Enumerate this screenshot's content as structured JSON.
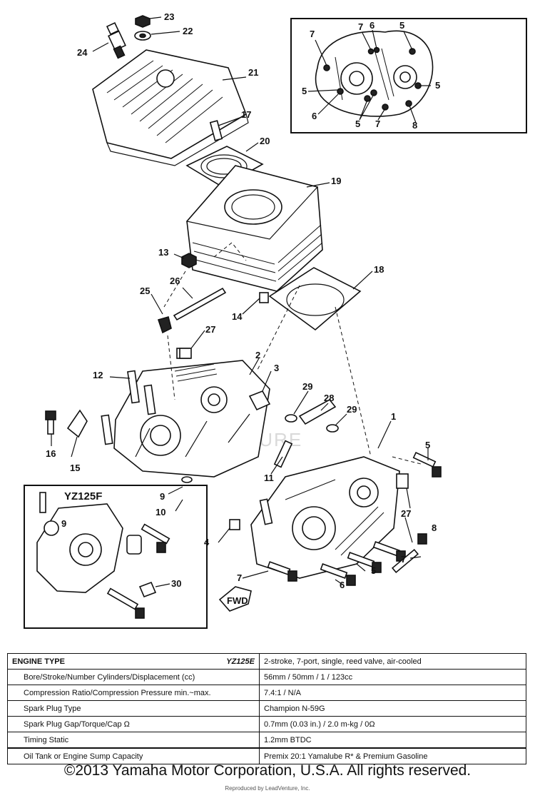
{
  "diagram": {
    "watermark": "LEADVENTURE",
    "callouts": {
      "c1": "1",
      "c2": "2",
      "c3": "3",
      "c4": "4",
      "c5": "5",
      "c8": "8",
      "c9": "9",
      "c10": "10",
      "c11": "11",
      "c12": "12",
      "c13": "13",
      "c14": "14",
      "c15": "15",
      "c16": "16",
      "c17": "17",
      "c18": "18",
      "c19": "19",
      "c20": "20",
      "c21": "21",
      "c22": "22",
      "c23": "23",
      "c24": "24",
      "c25": "25",
      "c26": "26",
      "c27": "27",
      "c27b": "27",
      "c28": "28",
      "c29a": "29",
      "c29b": "29",
      "c30": "30",
      "c5b": "5",
      "c6": "6",
      "c7a": "7",
      "c7b": "7",
      "c8b": "8",
      "c5c": "5",
      "c9b": "9"
    },
    "inset_top": {
      "c7a": "7",
      "c7b": "7",
      "c6a": "6",
      "c5a": "5",
      "c5b": "5",
      "c5c": "5",
      "c6b": "6",
      "c5d": "5",
      "c7c": "7",
      "c8": "8"
    },
    "inset_bottom": {
      "label": "YZ125F",
      "c30": "30",
      "c9": "9"
    },
    "front_mark": "FWD"
  },
  "spec_table": {
    "header_label": "ENGINE TYPE",
    "header_model": "YZ125E",
    "header_value": "2-stroke, 7-port, single, reed valve, air-cooled",
    "rows": [
      {
        "label": "Bore/Stroke/Number Cylinders/Displacement (cc)",
        "value": "56mm / 50mm / 1 / 123cc"
      },
      {
        "label": "Compression Ratio/Compression Pressure  min.~max.",
        "value": "7.4:1 / N/A"
      },
      {
        "label": "Spark Plug Type",
        "value": "Champion N-59G"
      },
      {
        "label": "Spark Plug Gap/Torque/Cap Ω",
        "value": "0.7mm (0.03 in.) / 2.0 m-kg / 0Ω"
      },
      {
        "label": "Timing  Static",
        "value": "1.2mm BTDC"
      },
      {
        "label": "Oil Tank or Engine Sump Capacity",
        "value": "Premix 20:1 Yamalube R* & Premium Gasoline"
      }
    ]
  },
  "copyright": "©2013 Yamaha Motor Corporation, U.S.A. All rights reserved.",
  "footnote": "Reproduced by LeadVenture, Inc."
}
